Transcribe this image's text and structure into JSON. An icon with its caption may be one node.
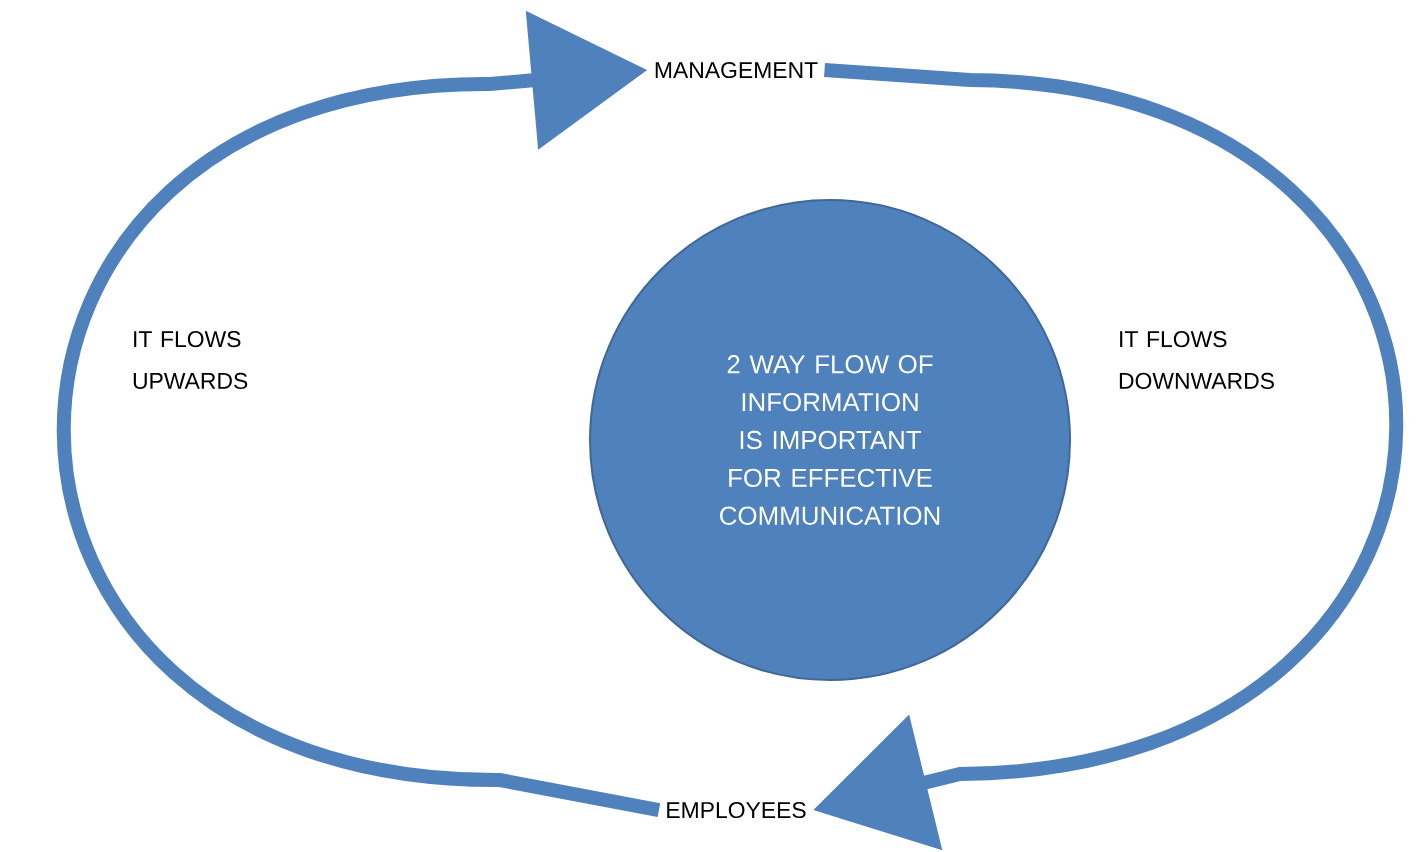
{
  "diagram": {
    "nodes": [
      {
        "text": [
          "MANAGEMENT"
        ]
      },
      {
        "text": [
          "2 WAY FLOW OF INFORMATION IS IMPORTANT FOR EFFECTIVE COMMUNICATION"
        ]
      },
      {
        "text": [
          "EMPLOYEES"
        ]
      }
    ],
    "edges": [
      {
        "from": 2,
        "to": 0,
        "arrow": "to",
        "label": "IT FLOWS UPWARDS"
      },
      {
        "from": 0,
        "to": 2,
        "arrow": "to",
        "label": "IT FLOWS DOWNWARDS"
      }
    ]
  }
}
